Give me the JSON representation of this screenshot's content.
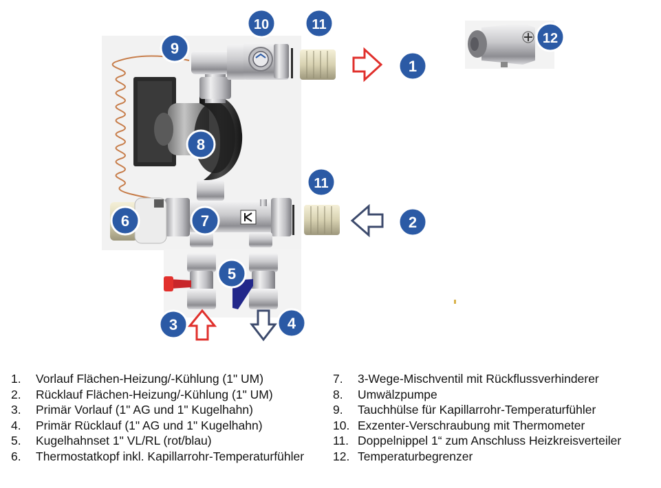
{
  "colors": {
    "badge_fill": "#2b5aa5",
    "badge_ring": "#ffffff",
    "arrow_red": "#e0302c",
    "arrow_blue": "#3c4a6c",
    "chrome": "#c7c7c9",
    "pump_dark": "#2a2a2a",
    "brass": "#e0d08a"
  },
  "badges": {
    "b1": "1",
    "b2": "2",
    "b3": "3",
    "b4": "4",
    "b5": "5",
    "b6": "6",
    "b7": "7",
    "b8": "8",
    "b9": "9",
    "b10": "10",
    "b11a": "11",
    "b11b": "11",
    "b12": "12"
  },
  "legend_left": [
    {
      "num": "1.",
      "text": "Vorlauf Flächen-Heizung/-Kühlung (1\" UM)"
    },
    {
      "num": "2.",
      "text": "Rücklauf Flächen-Heizung/-Kühlung (1\" UM)"
    },
    {
      "num": "3.",
      "text": "Primär Vorlauf (1\" AG und 1\" Kugelhahn)"
    },
    {
      "num": "4.",
      "text": "Primär Rücklauf (1\" AG und 1\" Kugelhahn)"
    },
    {
      "num": "5.",
      "text": "Kugelhahnset 1\" VL/RL (rot/blau)"
    },
    {
      "num": "6.",
      "text": "Thermostatkopf inkl. Kapillarrohr-Temperaturfühler"
    }
  ],
  "legend_right": [
    {
      "num": "7.",
      "text": "3-Wege-Mischventil mit Rückflussverhinderer"
    },
    {
      "num": "8.",
      "text": "Umwälzpumpe"
    },
    {
      "num": "9.",
      "text": "Tauchhülse für Kapillarrohr-Temperaturfühler"
    },
    {
      "num": "10.",
      "text": "Exzenter-Verschraubung mit Thermometer"
    },
    {
      "num": "11.",
      "text": "Doppelnippel 1“ zum Anschluss Heizkreisverteiler"
    },
    {
      "num": "12.",
      "text": "Temperaturbegrenzer"
    }
  ]
}
